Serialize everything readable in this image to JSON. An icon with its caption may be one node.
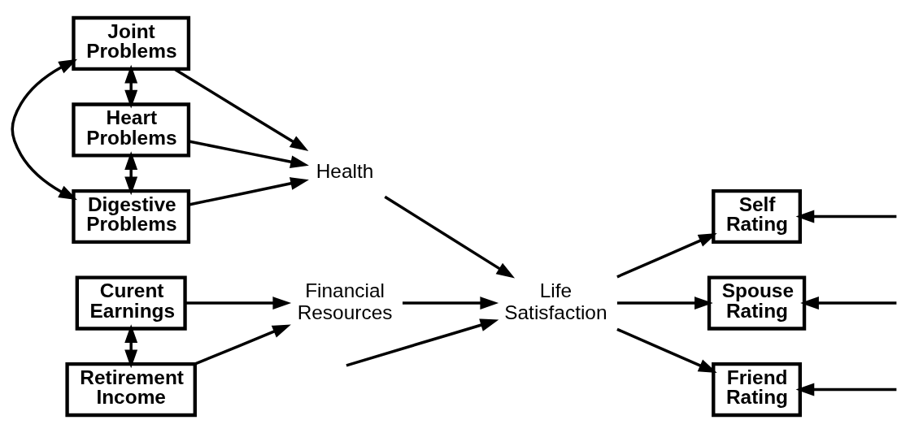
{
  "diagram": {
    "nodes": [
      {
        "text": [
          "Joint Problems"
        ]
      },
      {
        "text": [
          "Heart Problems"
        ]
      },
      {
        "text": [
          "Digestive Problems"
        ]
      },
      {
        "text": [
          "Health"
        ]
      },
      {
        "text": [
          "Curent Earnings"
        ]
      },
      {
        "text": [
          "Retirement Income"
        ]
      },
      {
        "text": [
          "Financial Resources"
        ]
      },
      {
        "text": [
          "Life Satisfaction"
        ]
      },
      {
        "text": [
          "Self Rating"
        ]
      },
      {
        "text": [
          "Spouse Rating"
        ]
      },
      {
        "text": [
          "Friend Rating"
        ]
      }
    ],
    "edges": [
      {
        "from": 0,
        "to": 3,
        "arrow": "to"
      },
      {
        "from": 1,
        "to": 3,
        "arrow": "to"
      },
      {
        "from": 2,
        "to": 3,
        "arrow": "to"
      },
      {
        "from": 0,
        "to": 1,
        "arrow": "both"
      },
      {
        "from": 1,
        "to": 2,
        "arrow": "both"
      },
      {
        "from": 0,
        "to": 2,
        "arrow": "both"
      },
      {
        "from": 4,
        "to": 6,
        "arrow": "to"
      },
      {
        "from": 5,
        "to": 6,
        "arrow": "to"
      },
      {
        "from": 4,
        "to": 5,
        "arrow": "both"
      },
      {
        "from": 3,
        "to": 7,
        "arrow": "to"
      },
      {
        "from": 6,
        "to": 7,
        "arrow": "to"
      },
      {
        "from": null,
        "to": 7,
        "arrow": "to"
      },
      {
        "from": 7,
        "to": 8,
        "arrow": "to"
      },
      {
        "from": 7,
        "to": 9,
        "arrow": "to"
      },
      {
        "from": 7,
        "to": 10,
        "arrow": "to"
      },
      {
        "from": null,
        "to": 8,
        "arrow": "to"
      },
      {
        "from": null,
        "to": 9,
        "arrow": "to"
      },
      {
        "from": null,
        "to": 10,
        "arrow": "to"
      }
    ]
  }
}
